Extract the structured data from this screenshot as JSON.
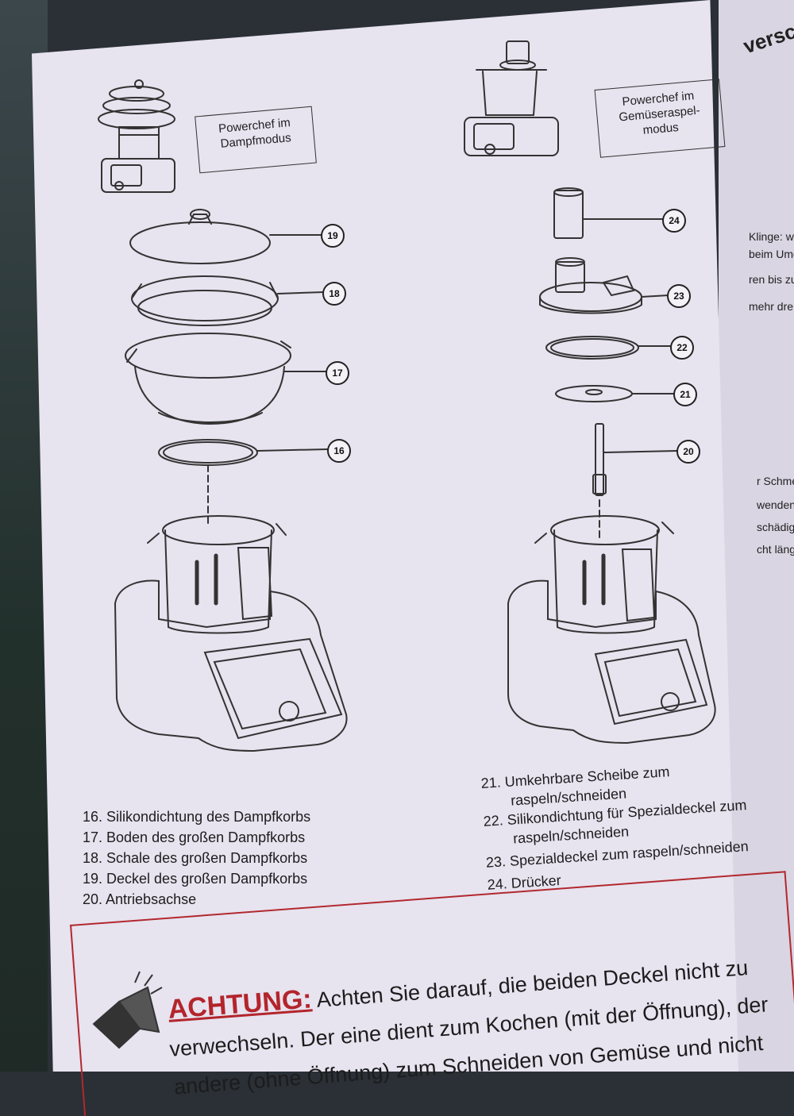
{
  "modes": {
    "steam": "Powerchef im Dampfmodus",
    "grater_line1": "Powerchef im",
    "grater_line2": "Gemüseraspel-",
    "grater_line3": "modus"
  },
  "callouts": {
    "c16": "16",
    "c17": "17",
    "c18": "18",
    "c19": "19",
    "c20": "20",
    "c21": "21",
    "c22": "22",
    "c23": "23",
    "c24": "24"
  },
  "legend_left": [
    "16. Silikondichtung des Dampfkorbs",
    "17. Boden des großen Dampfkorbs",
    "18. Schale des großen Dampfkorbs",
    "19. Deckel des großen Dampfkorbs",
    "20. Antriebsachse"
  ],
  "legend_right": {
    "i21": "21. Umkehrbare Scheibe zum",
    "i21b": "raspeln/schneiden",
    "i22": "22. Silikondichtung für Spezialdeckel zum",
    "i22b": "raspeln/schneiden",
    "i23": "23. Spezialdeckel zum raspeln/schneiden",
    "i24": "24. Drücker"
  },
  "warning": {
    "label": "ACHTUNG:",
    "line1": " Achten Sie darauf, die beiden Deckel nicht zu",
    "line2": "verwechseln. Der eine dient zum Kochen (mit der Öffnung), der",
    "line3": "andere (ohne Öffnung) zum Schneiden von Gemüse und nicht"
  },
  "edge": {
    "top": "verschi",
    "t1": "Klinge: we",
    "t2": "beim Umg",
    "t3": "ren bis zur",
    "t4": "mehr dre",
    "t5": "r Schme",
    "t6": "wenden.",
    "t7": "schädigt w",
    "t8": "cht länger"
  }
}
